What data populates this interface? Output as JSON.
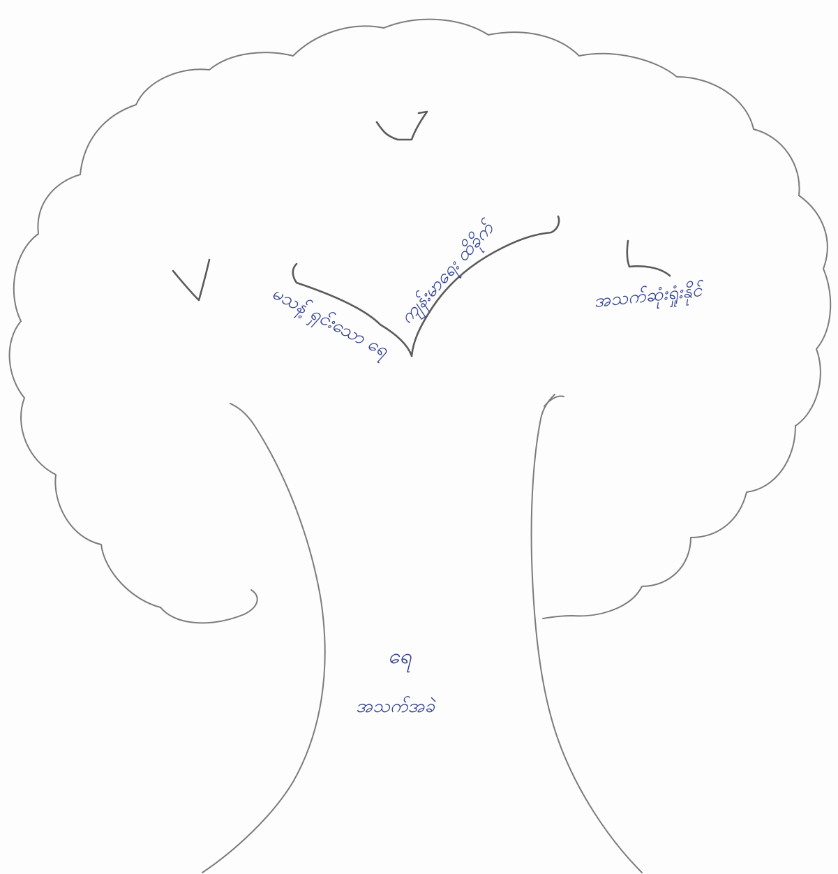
{
  "tree": {
    "branch_left_label": "မသန့် ရှင်းသော ရေ",
    "branch_mid_label": "ကျန်းမာရေး ထိခိုက်",
    "branch_right_label": "အသက်ဆုံးရှုံးနိုင်",
    "trunk_label_line1": "ရေ",
    "trunk_label_line2": "အသက်အခဲ"
  },
  "colors": {
    "paper": "#fdfdfd",
    "pencil": "#7b7b7d",
    "ink": "#2f3f8f"
  }
}
